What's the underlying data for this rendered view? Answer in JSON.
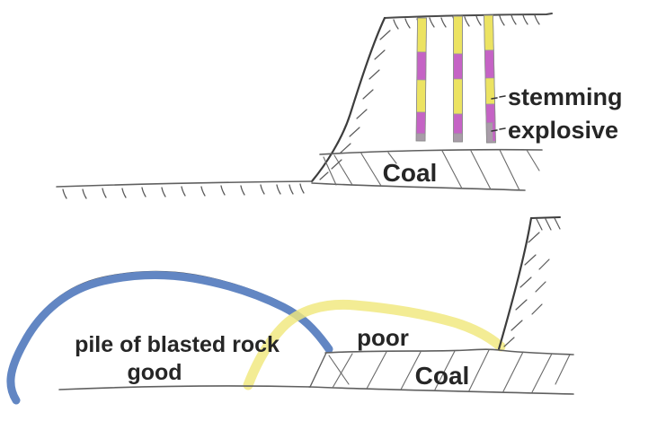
{
  "top_diagram": {
    "labels": {
      "stemming": "stemming",
      "explosive": "explosive",
      "coal": "Coal"
    }
  },
  "bottom_diagram": {
    "labels": {
      "pile_caption": "pile of blasted rock",
      "good": "good",
      "poor": "poor",
      "coal": "Coal"
    }
  },
  "colors": {
    "stemming_yellow": "#ece362",
    "explosive_magenta": "#c563c5",
    "hole_gray": "#a89ca8",
    "good_blue": "#6286c3",
    "poor_yellow": "#f0e87c",
    "ink": "#474747",
    "text": "#262626"
  }
}
